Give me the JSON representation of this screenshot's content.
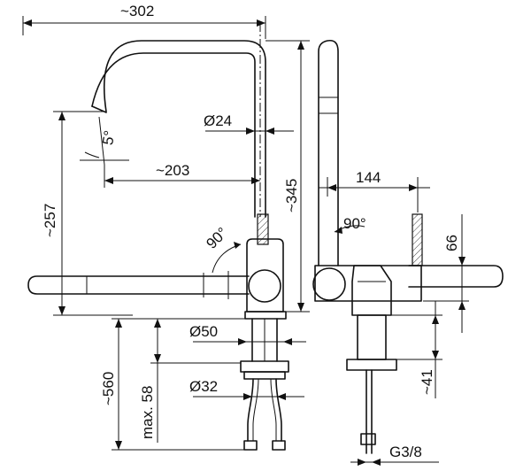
{
  "dimensions": {
    "overall_width": "~302",
    "spout_angle": "5°",
    "pipe_diameter": "Ø24",
    "spout_reach": "~203",
    "overall_height": "~345",
    "side_depth": "144",
    "handle_rotation_front": "90°",
    "handle_rotation_side": "90°",
    "lever_height": "66",
    "spout_height": "~257",
    "base_diameter": "Ø50",
    "deck_thickness": "max. 58",
    "hose_length": "~560",
    "shank_diameter": "Ø32",
    "shank_depth": "~41",
    "connection_thread": "G3/8"
  }
}
